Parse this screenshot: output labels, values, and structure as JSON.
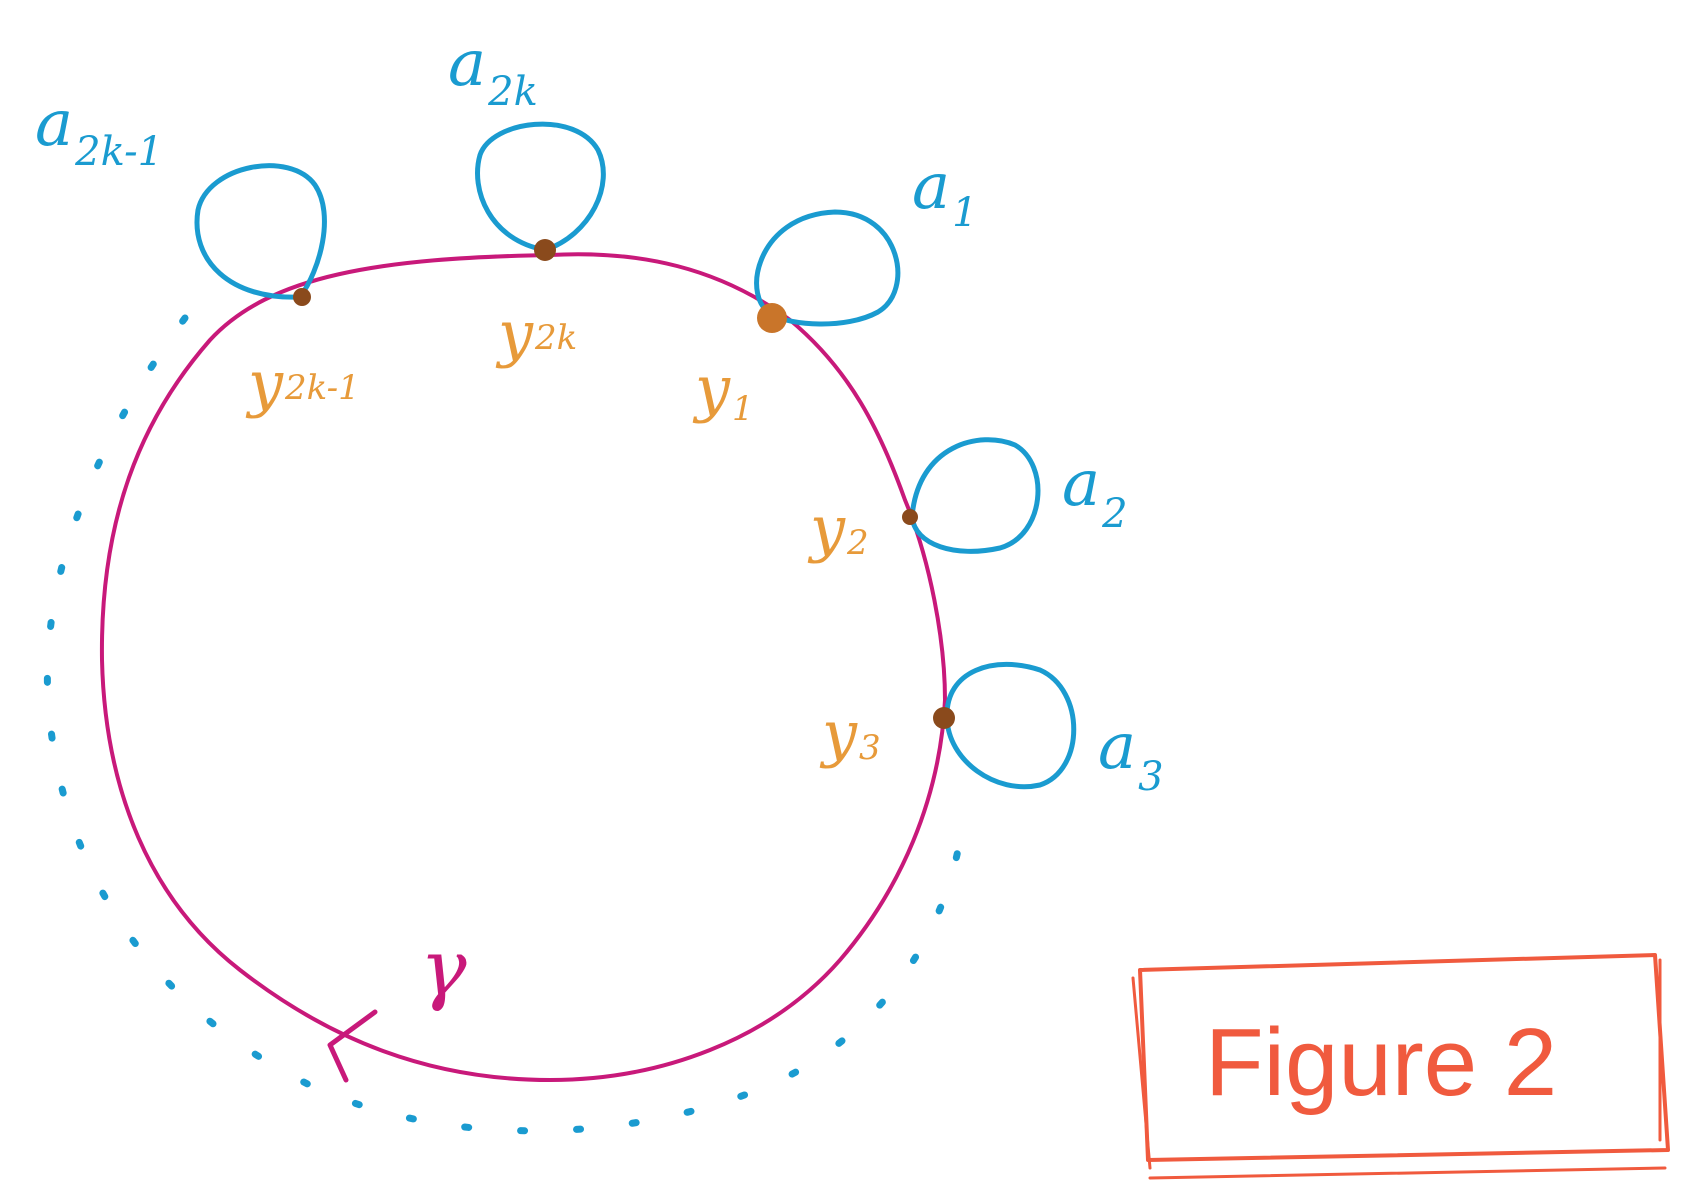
{
  "curve_label": "γ",
  "loops": [
    {
      "letter": "a",
      "sub": "1"
    },
    {
      "letter": "a",
      "sub": "2"
    },
    {
      "letter": "a",
      "sub": "3"
    },
    {
      "letter": "a",
      "sub": "2k-1"
    },
    {
      "letter": "a",
      "sub": "2k"
    }
  ],
  "points": [
    {
      "letter": "y",
      "sub": "1"
    },
    {
      "letter": "y",
      "sub": "2"
    },
    {
      "letter": "y",
      "sub": "3"
    },
    {
      "letter": "y",
      "sub": "2k-1"
    },
    {
      "letter": "y",
      "sub": "2k"
    }
  ],
  "figure_label": "Figure 2",
  "colors": {
    "curve": "#c8197a",
    "loops": "#1a9bd0",
    "points": "#e79a3a",
    "dots": "#a0561a",
    "frame": "#f05a3e"
  }
}
